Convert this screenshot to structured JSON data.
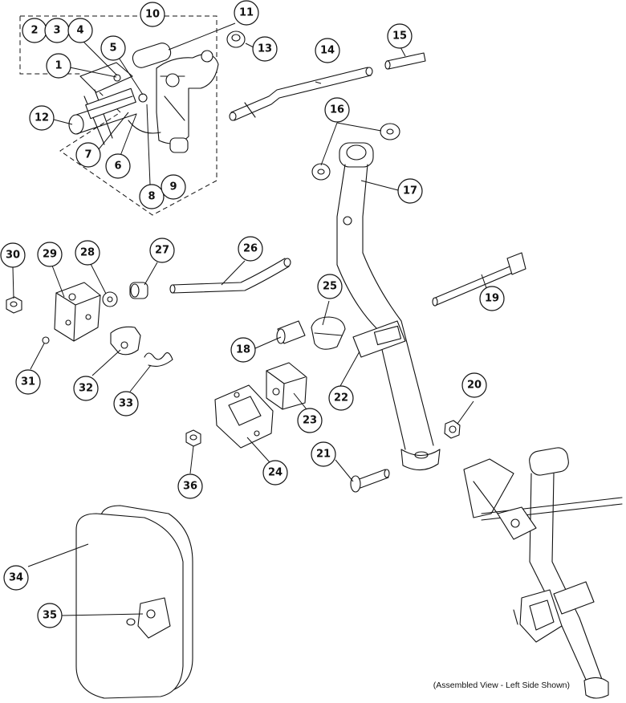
{
  "callouts": [
    {
      "label": "1"
    },
    {
      "label": "2"
    },
    {
      "label": "3"
    },
    {
      "label": "4"
    },
    {
      "label": "5"
    },
    {
      "label": "6"
    },
    {
      "label": "7"
    },
    {
      "label": "8"
    },
    {
      "label": "9"
    },
    {
      "label": "10"
    },
    {
      "label": "11"
    },
    {
      "label": "12"
    },
    {
      "label": "13"
    },
    {
      "label": "14"
    },
    {
      "label": "15"
    },
    {
      "label": "16"
    },
    {
      "label": "17"
    },
    {
      "label": "18"
    },
    {
      "label": "19"
    },
    {
      "label": "20"
    },
    {
      "label": "21"
    },
    {
      "label": "22"
    },
    {
      "label": "23"
    },
    {
      "label": "24"
    },
    {
      "label": "25"
    },
    {
      "label": "26"
    },
    {
      "label": "27"
    },
    {
      "label": "28"
    },
    {
      "label": "29"
    },
    {
      "label": "30"
    },
    {
      "label": "31"
    },
    {
      "label": "32"
    },
    {
      "label": "33"
    },
    {
      "label": "34"
    },
    {
      "label": "35"
    },
    {
      "label": "36"
    }
  ],
  "caption": "(Assembled View - Left Side Shown)"
}
